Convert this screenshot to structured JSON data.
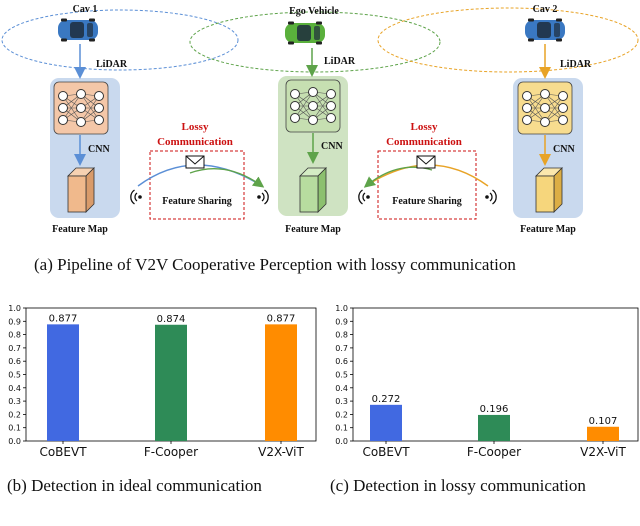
{
  "pipeline": {
    "left": {
      "car_label": "Cav 1",
      "sensor": "LiDAR",
      "net": "CNN",
      "map": "Feature Map"
    },
    "center": {
      "car_label": "Ego Vehicle",
      "sensor": "LiDAR",
      "net": "CNN",
      "map": "Feature Map"
    },
    "right": {
      "car_label": "Cav 2",
      "sensor": "LiDAR",
      "net": "CNN",
      "map": "Feature Map"
    },
    "lossy_label_line1": "Lossy",
    "lossy_label_line2": "Communication",
    "sharing_label": "Feature Sharing",
    "colors": {
      "left_panel": "#c9d9ee",
      "center_panel": "#cfe3c2",
      "right_panel": "#c9d9ee",
      "left_cnn": "#f4c7a8",
      "center_cnn": "#c6dfb1",
      "right_cnn": "#f7dc8f",
      "left_map": "#f0b98c",
      "center_map": "#b7dc9f",
      "right_map": "#f6d67c",
      "lossy_red": "#cc1111"
    }
  },
  "captions": {
    "a": "(a)  Pipeline of V2V Cooperative Perception with lossy communication",
    "b": "(b)  Detection in ideal communication",
    "c": "(c)  Detection in lossy communication"
  },
  "chart_data": [
    {
      "type": "bar",
      "categories": [
        "CoBEVT",
        "F-Cooper",
        "V2X-ViT"
      ],
      "values": [
        0.877,
        0.874,
        0.877
      ],
      "value_labels": [
        "0.877",
        "0.874",
        "0.877"
      ],
      "colors": [
        "#4169e1",
        "#2e8b57",
        "#ff8c00"
      ],
      "ylim": [
        0,
        1.0
      ],
      "yticks": [
        "0.0",
        "0.1",
        "0.2",
        "0.3",
        "0.4",
        "0.5",
        "0.6",
        "0.7",
        "0.8",
        "0.9",
        "1.0"
      ],
      "title": "",
      "xlabel": "",
      "ylabel": ""
    },
    {
      "type": "bar",
      "categories": [
        "CoBEVT",
        "F-Cooper",
        "V2X-ViT"
      ],
      "values": [
        0.272,
        0.196,
        0.107
      ],
      "value_labels": [
        "0.272",
        "0.196",
        "0.107"
      ],
      "colors": [
        "#4169e1",
        "#2e8b57",
        "#ff8c00"
      ],
      "ylim": [
        0,
        1.0
      ],
      "yticks": [
        "0.0",
        "0.1",
        "0.2",
        "0.3",
        "0.4",
        "0.5",
        "0.6",
        "0.7",
        "0.8",
        "0.9",
        "1.0"
      ],
      "title": "",
      "xlabel": "",
      "ylabel": ""
    }
  ]
}
